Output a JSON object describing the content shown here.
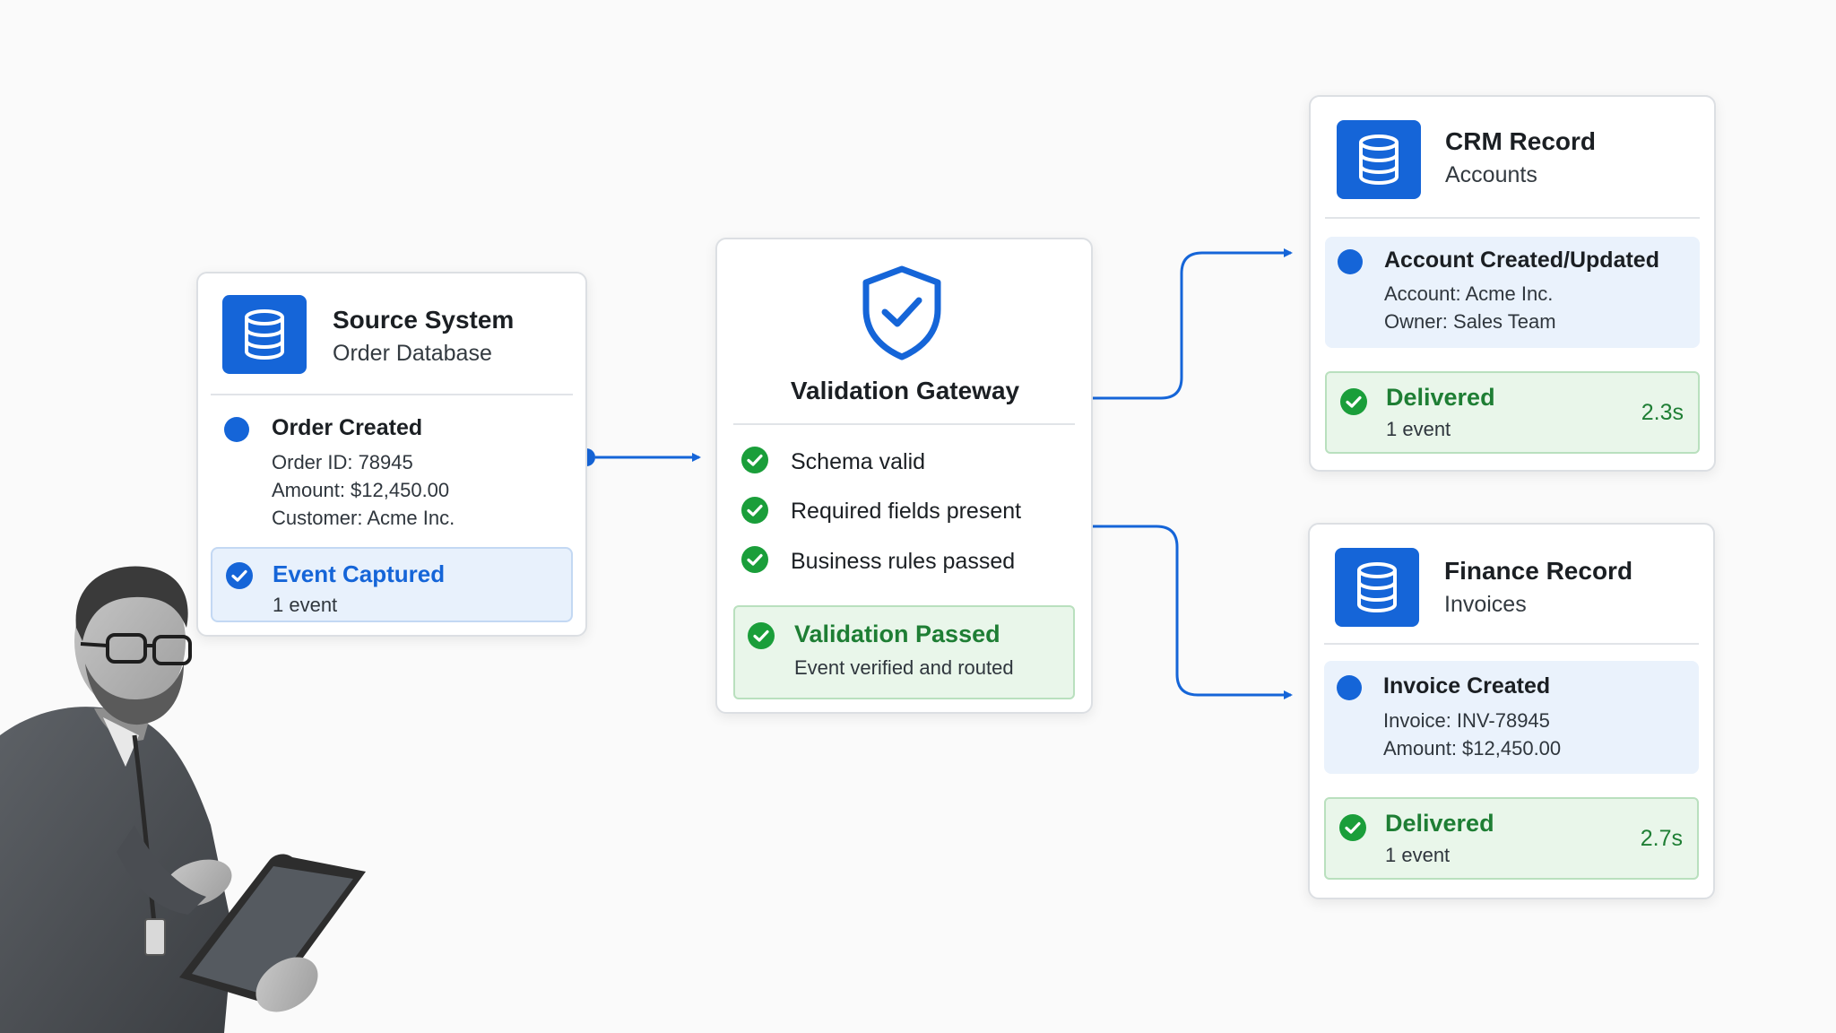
{
  "source": {
    "title": "Source System",
    "subtitle": "Order Database",
    "event": {
      "title": "Order Created",
      "lines": [
        "Order ID:  78945",
        "Amount: $12,450.00",
        "Customer: Acme Inc."
      ]
    },
    "status": {
      "label": "Event Captured",
      "detail": "1 event"
    },
    "icon": "database-icon"
  },
  "gateway": {
    "title": "Validation Gateway",
    "icon": "shield-check-icon",
    "checks": [
      "Schema valid",
      "Required fields present",
      "Business rules passed"
    ],
    "status": {
      "label": "Validation Passed",
      "detail": "Event verified and routed"
    }
  },
  "crm": {
    "title": "CRM Record",
    "subtitle": "Accounts",
    "event": {
      "title": "Account Created/Updated",
      "lines": [
        "Account: Acme Inc.",
        "Owner: Sales Team"
      ]
    },
    "status": {
      "label": "Delivered",
      "detail": "1 event",
      "time": "2.3s"
    },
    "icon": "database-icon"
  },
  "finance": {
    "title": "Finance Record",
    "subtitle": "Invoices",
    "event": {
      "title": "Invoice Created",
      "lines": [
        "Invoice: INV-78945",
        "Amount: $12,450.00"
      ]
    },
    "status": {
      "label": "Delivered",
      "detail": "1 event",
      "time": "2.7s"
    },
    "icon": "database-icon"
  },
  "colors": {
    "accent_blue": "#1565d8",
    "success_green": "#1e7e34",
    "check_green": "#1a9e3a",
    "background": "#fafafa"
  }
}
